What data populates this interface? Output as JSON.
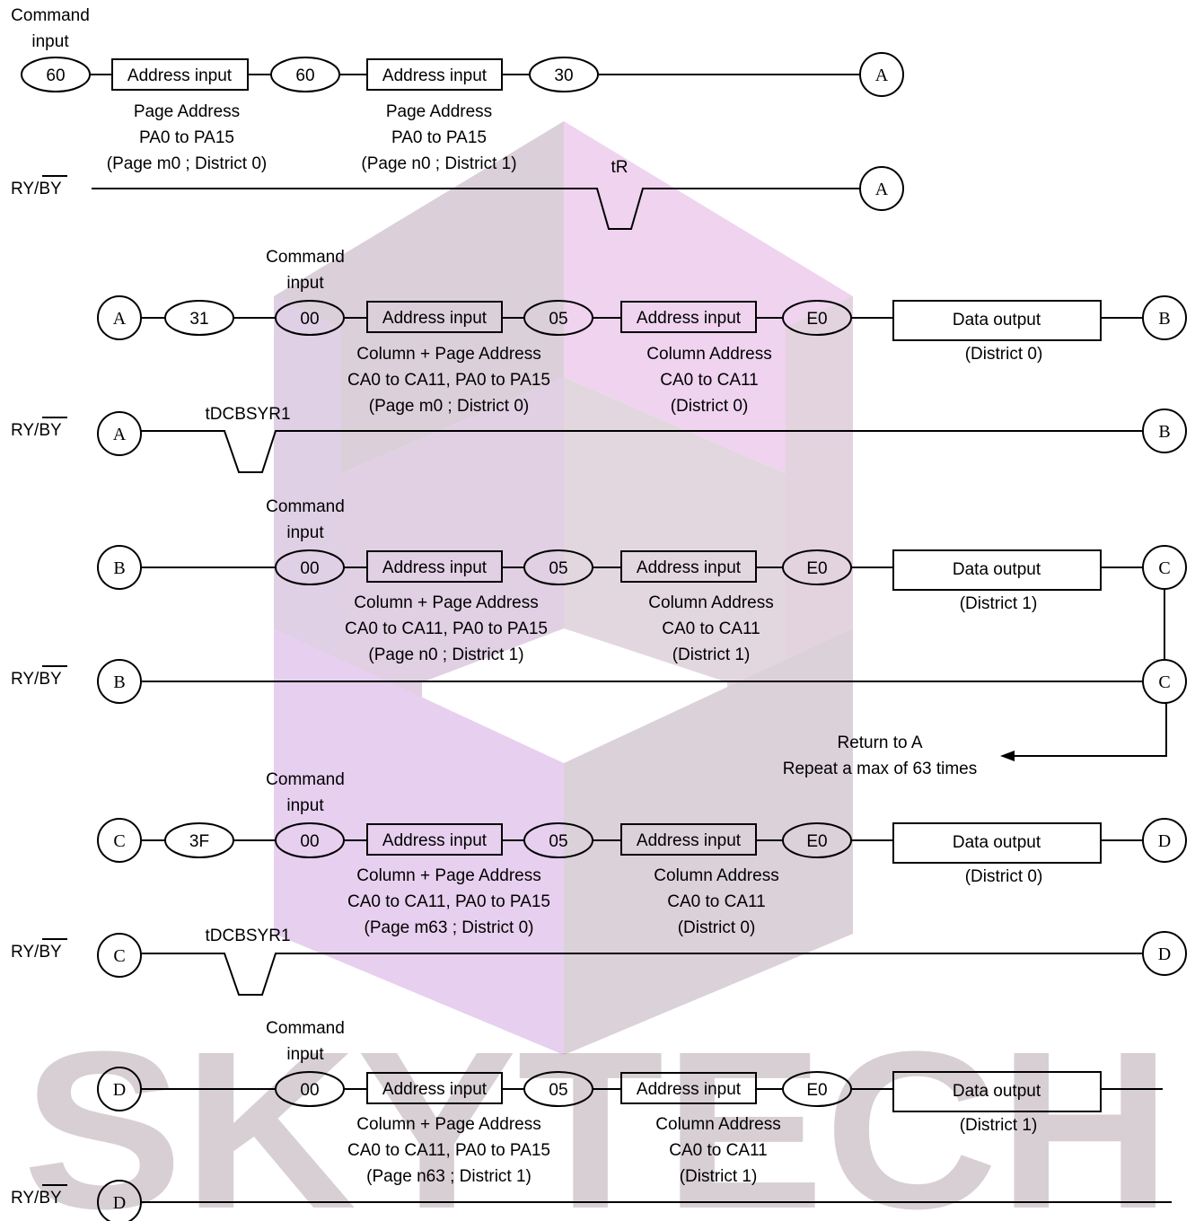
{
  "colors": {
    "watermark_purple": "#c9a6d9",
    "watermark_gray": "#b9a8b3",
    "line": "#000000"
  },
  "rows": {
    "r1": {
      "cmd_label": [
        "Command",
        "input"
      ],
      "cmd1": "60",
      "addr1": "Address input",
      "note1": [
        "Page Address",
        "PA0 to PA15",
        "(Page m0 ; District 0)"
      ],
      "cmd2": "60",
      "addr2": "Address input",
      "note2": [
        "Page Address",
        "PA0 to PA15",
        "(Page n0 ; District 1)"
      ],
      "cmd3": "30",
      "end": "A"
    },
    "ry1": {
      "label": "RY/BY",
      "pulse": "tR",
      "end": "A"
    },
    "r2": {
      "start": "A",
      "cmd0": "31",
      "cmd_label": [
        "Command",
        "input"
      ],
      "cmd1": "00",
      "addr1": "Address input",
      "note1": [
        "Column + Page Address",
        "CA0 to CA11, PA0 to PA15",
        "(Page m0 ; District 0)"
      ],
      "cmd2": "05",
      "addr2": "Address input",
      "note2": [
        "Column Address",
        "CA0 to CA11",
        "(District 0)"
      ],
      "cmd3": "E0",
      "data": "Data output",
      "data_note": "(District 0)",
      "end": "B"
    },
    "ry2": {
      "label": "RY/BY",
      "start": "A",
      "pulse": "tDCBSYR1",
      "end": "B"
    },
    "r3": {
      "start": "B",
      "cmd_label": [
        "Command",
        "input"
      ],
      "cmd1": "00",
      "addr1": "Address input",
      "note1": [
        "Column + Page Address",
        "CA0 to CA11, PA0 to PA15",
        "(Page n0 ; District 1)"
      ],
      "cmd2": "05",
      "addr2": "Address input",
      "note2": [
        "Column Address",
        "CA0 to CA11",
        "(District 1)"
      ],
      "cmd3": "E0",
      "data": "Data output",
      "data_note": "(District 1)",
      "end": "C"
    },
    "ry3": {
      "label": "RY/BY",
      "start": "B",
      "end": "C"
    },
    "loop": {
      "text": [
        "Return to A",
        "Repeat a max of 63 times"
      ]
    },
    "r4": {
      "start": "C",
      "cmd0": "3F",
      "cmd_label": [
        "Command",
        "input"
      ],
      "cmd1": "00",
      "addr1": "Address input",
      "note1": [
        "Column + Page Address",
        "CA0 to CA11, PA0 to PA15",
        "(Page m63 ; District 0)"
      ],
      "cmd2": "05",
      "addr2": "Address input",
      "note2": [
        "Column Address",
        "CA0 to CA11",
        "(District 0)"
      ],
      "cmd3": "E0",
      "data": "Data output",
      "data_note": "(District 0)",
      "end": "D"
    },
    "ry4": {
      "label": "RY/BY",
      "start": "C",
      "pulse": "tDCBSYR1",
      "end": "D"
    },
    "r5": {
      "start": "D",
      "cmd_label": [
        "Command",
        "input"
      ],
      "cmd1": "00",
      "addr1": "Address input",
      "note1": [
        "Column + Page Address",
        "CA0 to CA11, PA0 to PA15",
        "(Page n63 ; District 1)"
      ],
      "cmd2": "05",
      "addr2": "Address input",
      "note2": [
        "Column Address",
        "CA0 to CA11",
        "(District 1)"
      ],
      "cmd3": "E0",
      "data": "Data output",
      "data_note": "(District 1)"
    },
    "ry5": {
      "label": "RY/BY",
      "start": "D"
    }
  },
  "watermark": {
    "text": "SKYTECH"
  }
}
